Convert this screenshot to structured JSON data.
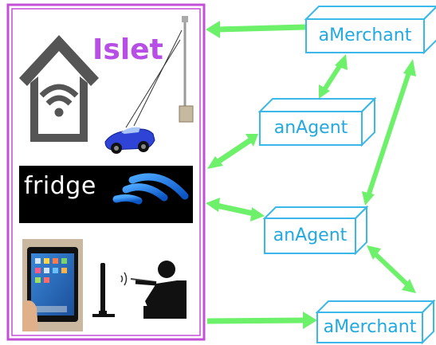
{
  "islet": {
    "title": "Islet"
  },
  "fridge": {
    "label": "fridge"
  },
  "nodes": {
    "merchant_top": "aMerchant",
    "agent_top": "anAgent",
    "agent_bottom": "anAgent",
    "merchant_bottom": "aMerchant"
  },
  "colors": {
    "border": "#c34fd6",
    "arrow": "#6df06a",
    "box": "#3ab8ea",
    "box_text": "#22a9df",
    "islet_text": "#b74ee6",
    "wifi_blue": "#1f7fe0"
  }
}
